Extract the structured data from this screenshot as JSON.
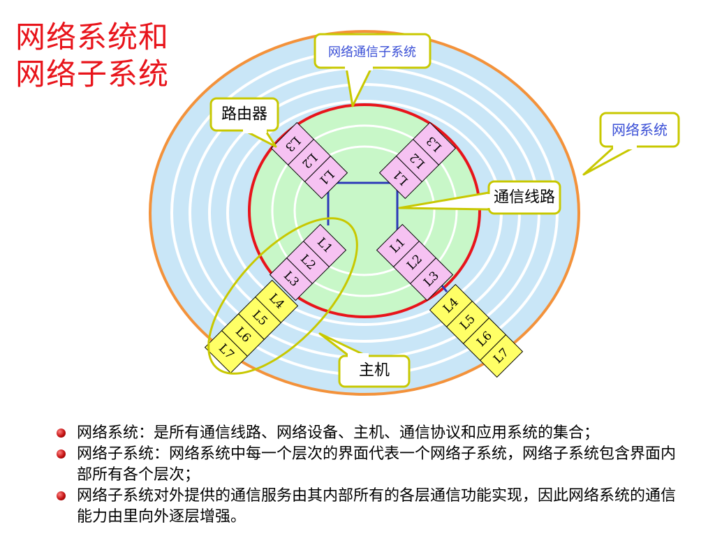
{
  "title": {
    "line1": "网络系统和",
    "line2": "网络子系统"
  },
  "callouts": {
    "comm_subsystem": "网络通信子系统",
    "router": "路由器",
    "network_system": "网络系统",
    "comm_line": "通信线路",
    "host": "主机"
  },
  "layers": {
    "L1": "L1",
    "L2": "L2",
    "L3": "L3",
    "L4": "L4",
    "L5": "L5",
    "L6": "L6",
    "L7": "L7"
  },
  "colors": {
    "title": "#e8141b",
    "outer_ring": "#f3923b",
    "outer_fill": "#c9e6f7",
    "subnet_ring": "#e8141b",
    "subnet_fill": "#c8f7c8",
    "router_box": "#f6c2f2",
    "host_box": "#ffff66",
    "link": "#2c38b8",
    "callout_border": "#c8c800",
    "callout_blue_text": "#3a4fd6"
  },
  "bullets": [
    "网络系统：是所有通信线路、网络设备、主机、通信协议和应用系统的集合；",
    "网络子系统：网络系统中每一个层次的界面代表一个网络子系统，网络子系统包含界面内部所有各个层次；",
    "网络子系统对外提供的通信服务由其内部所有的各层通信功能实现，因此网络系统的通信能力由里向外逐层增强。"
  ]
}
